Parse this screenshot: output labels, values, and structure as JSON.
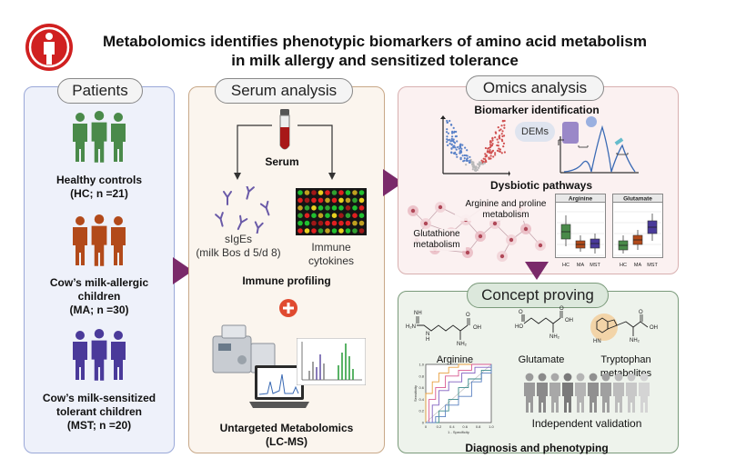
{
  "title": {
    "line1": "Metabolomics identifies phenotypic biomarkers of amino acid metabolism",
    "line2": "in milk allergy and sensitized tolerance"
  },
  "patients": {
    "header": "Patients",
    "groups": [
      {
        "line1": "Healthy controls",
        "line2": "(HC; n =21)",
        "color": "#4a8a4a"
      },
      {
        "line1": "Cow’s milk-allergic",
        "line2": "children",
        "line3": "(MA; n =30)",
        "color": "#b24a1a"
      },
      {
        "line1": "Cow’s milk-sensitized",
        "line2": "tolerant children",
        "line3": "(MST; n =20)",
        "color": "#4a3a9a"
      }
    ]
  },
  "serum": {
    "header": "Serum analysis",
    "serum_label": "Serum",
    "sige_line1": "sIgEs",
    "sige_line2": "(milk Bos d 5/d 8)",
    "cytokines_line1": "Immune",
    "cytokines_line2": "cytokines",
    "immune_profiling": "Immune profiling",
    "untargeted_line1": "Untargeted Metabolomics",
    "untargeted_line2": "(LC-MS)"
  },
  "omics": {
    "header": "Omics analysis",
    "biomarker": "Biomarker identification",
    "dems": "DEMs",
    "dysbiotic": "Dysbiotic pathways",
    "arginine_proline_line1": "Arginine and proline",
    "arginine_proline_line2": "metabolism",
    "glutathione_line1": "Glutathione",
    "glutathione_line2": "metabolism",
    "boxplots": [
      {
        "title": "Arginine",
        "groups": [
          "HC",
          "MA",
          "MST"
        ],
        "colors": [
          "#4a8a4a",
          "#b24a1a",
          "#4a3a9a"
        ]
      },
      {
        "title": "Glutamate",
        "groups": [
          "HC",
          "MA",
          "MST"
        ],
        "colors": [
          "#4a8a4a",
          "#b24a1a",
          "#4a3a9a"
        ]
      }
    ]
  },
  "concept": {
    "header": "Concept proving",
    "arginine": "Arginine",
    "glutamate": "Glutamate",
    "tryptophan": "Tryptophan metabolites",
    "independent": "Independent validation",
    "diagnosis": "Diagnosis and phenotyping",
    "roc_ylabel": "Sensitivity",
    "roc_xlabel": "1 - Specificity",
    "roc_ticks": [
      "0",
      "0.2",
      "0.4",
      "0.6",
      "0.8",
      "1.0"
    ]
  },
  "colors": {
    "arrow": "#7a2a6a",
    "patients_border": "#9aa8d8",
    "serum_border": "#c8a888",
    "omics_border": "#d8b0b0",
    "concept_border": "#7a9a7a"
  }
}
